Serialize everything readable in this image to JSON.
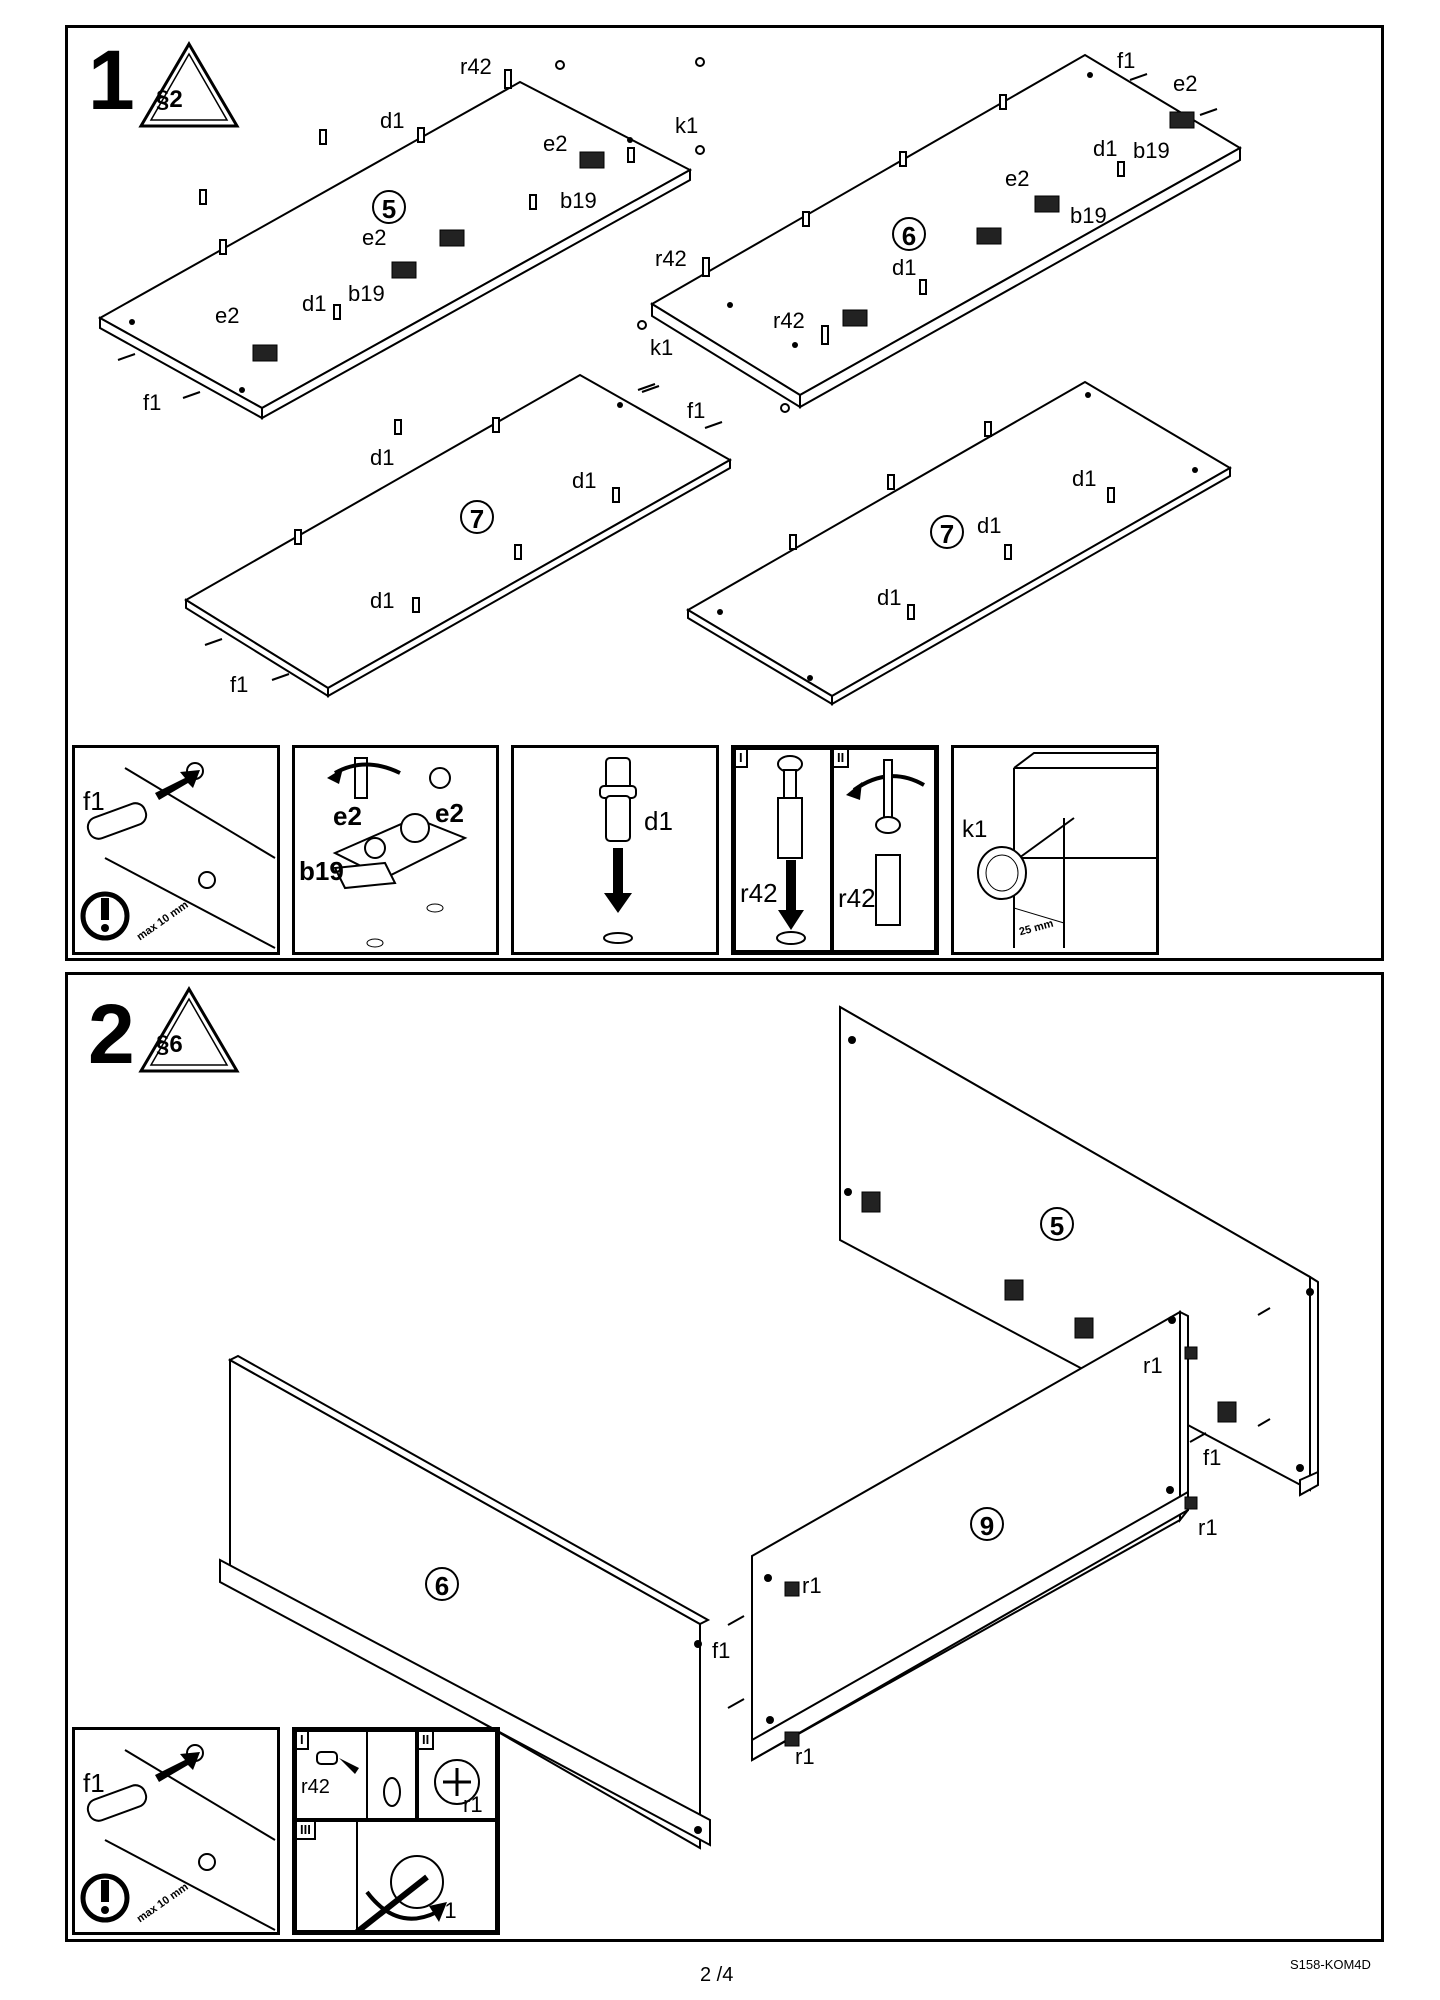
{
  "step1": {
    "number": "1",
    "warning": "§2",
    "panels": {
      "p5": "5",
      "p6": "6",
      "p7a": "7",
      "p7b": "7"
    },
    "labels": {
      "r42_a": "r42",
      "d1_a": "d1",
      "e2_a": "e2",
      "k1_a": "k1",
      "b19_a": "b19",
      "e2_b": "e2",
      "b19_b": "b19",
      "e2_c": "e2",
      "d1_b": "d1",
      "f1_a": "f1",
      "f1_b": "f1",
      "e2_d": "e2",
      "d1_c": "d1",
      "b19_c": "b19",
      "e2_e": "e2",
      "b19_d": "b19",
      "r42_b": "r42",
      "d1_d": "d1",
      "r42_c": "r42",
      "k1_b": "k1",
      "d1_e": "d1",
      "f1_c": "f1",
      "d1_f": "d1",
      "d1_g": "d1",
      "f1_d": "f1",
      "d1_h": "d1",
      "d1_i": "d1",
      "d1_j": "d1"
    },
    "details": {
      "f1": {
        "label": "f1",
        "note": "max 10 mm"
      },
      "hinge": {
        "e2_left": "e2",
        "e2_right": "e2",
        "b19": "b19"
      },
      "dowel": {
        "label": "d1"
      },
      "r42_I": {
        "roman": "I",
        "label": "r42"
      },
      "r42_II": {
        "roman": "II",
        "label": "r42"
      },
      "k1": {
        "label": "k1",
        "dim": "25 mm"
      }
    }
  },
  "step2": {
    "number": "2",
    "warning": "§6",
    "panels": {
      "p5": "5",
      "p6": "6",
      "p9": "9"
    },
    "labels": {
      "r1_a": "r1",
      "f1_a": "f1",
      "r1_b": "r1",
      "r1_c": "r1",
      "f1_b": "f1",
      "r1_d": "r1"
    },
    "details": {
      "f1": {
        "label": "f1",
        "note": "max 10 mm"
      },
      "r42_I": {
        "roman": "I",
        "label": "r42"
      },
      "r1_II": {
        "roman": "II",
        "label": "r1"
      },
      "r1_III": {
        "roman": "III",
        "label": "r1"
      }
    }
  },
  "footer": {
    "page": "2 /4",
    "doc_id": "S158-KOM4D"
  }
}
